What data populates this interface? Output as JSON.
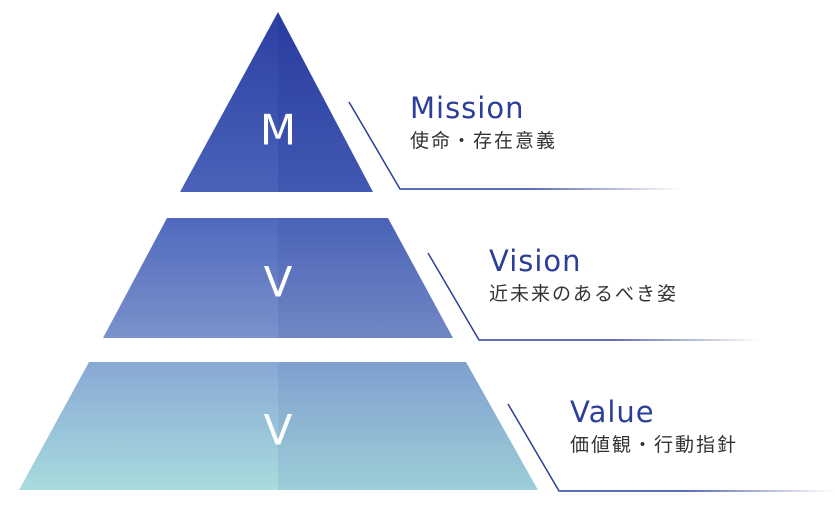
{
  "tiers": [
    {
      "letter": "M",
      "title": "Mission",
      "subtitle": "使命・存在意義"
    },
    {
      "letter": "V",
      "title": "Vision",
      "subtitle": "近未来のあるべき姿"
    },
    {
      "letter": "V",
      "title": "Value",
      "subtitle": "価値観・行動指針"
    }
  ],
  "colors": {
    "top": "#2f45a8",
    "middle": "#5a74c0",
    "bottom_top": "#8fb4d6",
    "bottom_bottom": "#a9dbdf",
    "line": "#2b3e98",
    "title": "#2b3e98"
  }
}
